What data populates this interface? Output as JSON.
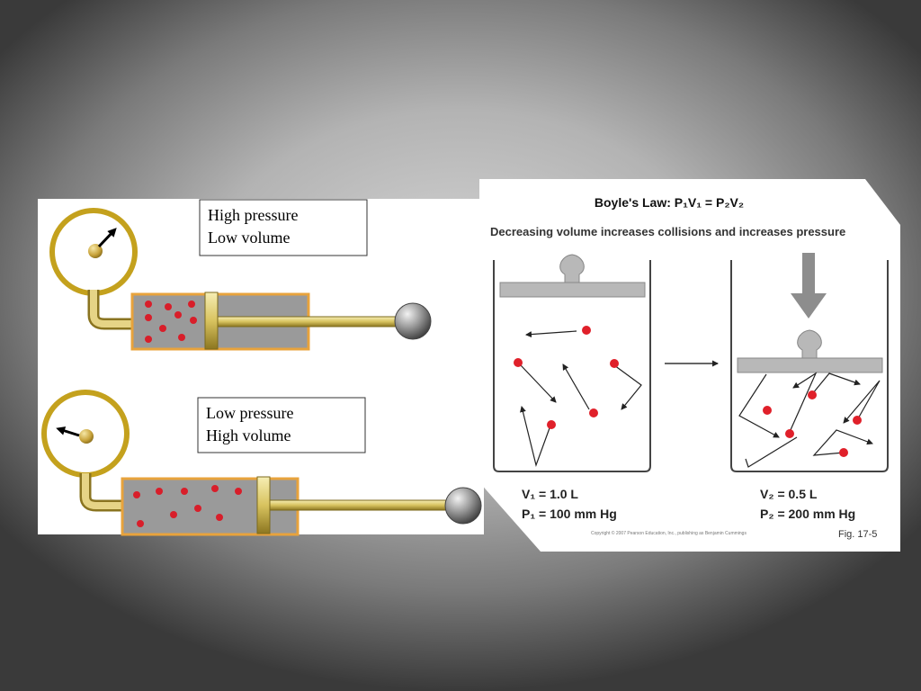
{
  "syringes": {
    "top": {
      "line1": "High pressure",
      "line2": "Low volume"
    },
    "bottom": {
      "line1": "Low pressure",
      "line2": "High volume"
    }
  },
  "figure": {
    "title": "Boyle's Law: P₁V₁ = P₂V₂",
    "subtitle": "Decreasing volume increases collisions and increases pressure",
    "left_volume": "V₁ = 1.0 L",
    "left_pressure": "P₁ = 100 mm Hg",
    "right_volume": "V₂ = 0.5 L",
    "right_pressure": "P₂ = 200 mm Hg",
    "copyright": "Copyright © 2007 Pearson Education, Inc., publishing as Benjamin Cummings",
    "fig_label": "Fig. 17-5"
  },
  "colors": {
    "gold": "#c4a11d",
    "orange": "#e8a33c",
    "molecule": "#d81e2a",
    "cylinder": "#9a9a9a"
  }
}
